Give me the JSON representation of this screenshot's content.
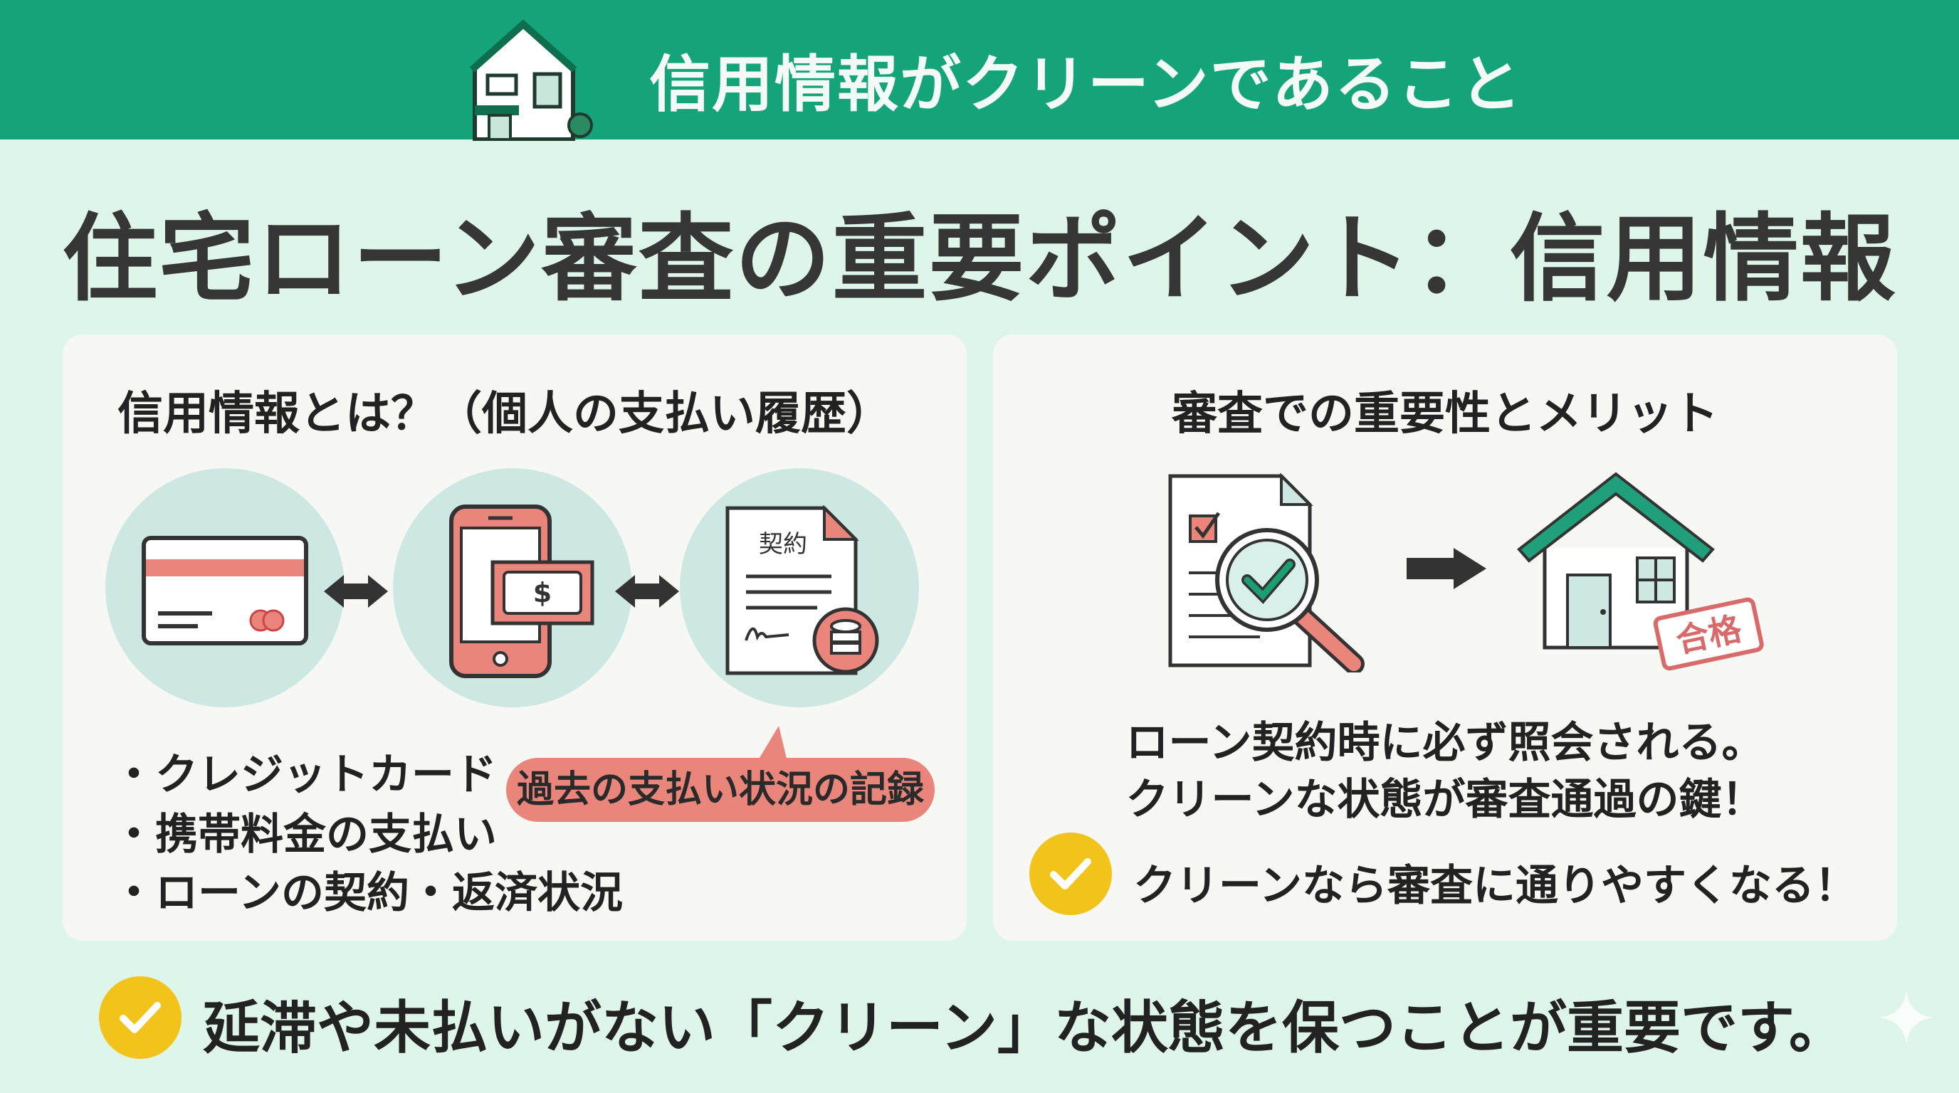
{
  "header": {
    "title": "信用情報がクリーンであること",
    "icon": "house-icon",
    "color": "#15a47a"
  },
  "main_title": "住宅ローン審査の重要ポイント：信用情報",
  "left_panel": {
    "heading": "信用情報とは？（個人の支払い履歴）",
    "icons": [
      "credit-card-icon",
      "smartphone-payment-icon",
      "contract-document-icon"
    ],
    "contract_label": "契約",
    "currency_symbol": "$",
    "bullets": [
      "・クレジットカード",
      "・携帯料金の支払い",
      "・ローンの契約・返済状況"
    ],
    "callout": "過去の支払い状況の記録"
  },
  "right_panel": {
    "heading": "審査での重要性とメリット",
    "stamp": "合格",
    "lines": [
      "ローン契約時に必ず照会される。",
      "クリーンな状態が審査通過の鍵！"
    ],
    "check_text": "クリーンなら審査に通りやすくなる！"
  },
  "footer": {
    "text": "延滞や未払いがない「クリーン」な状態を保つことが重要です。"
  },
  "colors": {
    "accent_red": "#ea857c",
    "check_yellow": "#f2c31b",
    "circle_bg": "#cde8e3"
  }
}
